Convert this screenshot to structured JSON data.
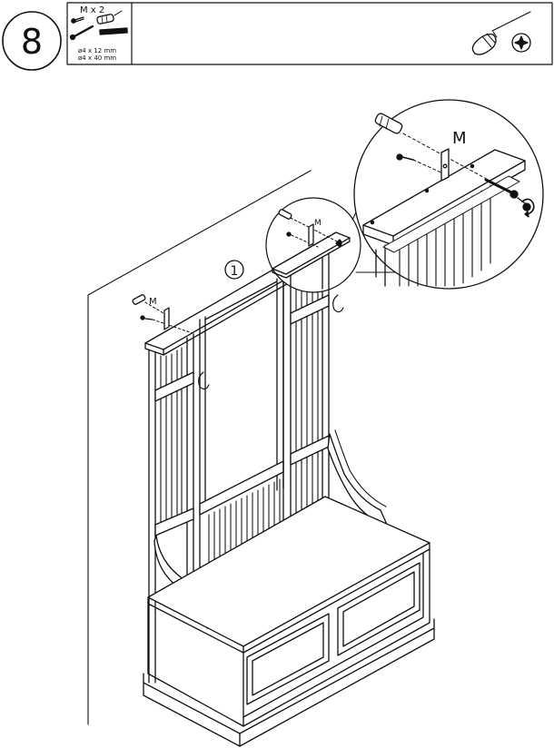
{
  "step": {
    "number": "8"
  },
  "parts": {
    "count_label": "M x 2",
    "spec_line_1": "ø4 x 12 mm",
    "spec_line_2": "ø4 x 40 mm"
  },
  "tools": {
    "screwdriver_icon": "phillips-screwdriver-icon",
    "head_icon": "phillips-head-icon"
  },
  "callouts": {
    "part_label_detail": "M",
    "part_label_zoom": "M",
    "part_label_left": "M",
    "marker_1": "1"
  }
}
